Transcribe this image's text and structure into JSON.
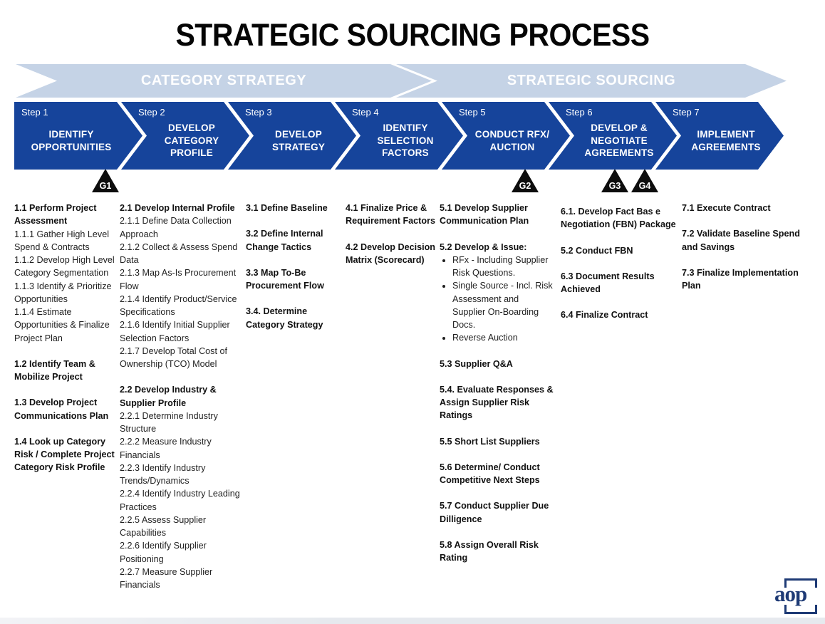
{
  "title": "STRATEGIC SOURCING PROCESS",
  "colors": {
    "step_blue": "#16449b",
    "phase_light_blue": "#c5d3e6",
    "gate_black": "#0d0d0d",
    "logo_navy": "#1e3a75",
    "text": "#1f1f1f"
  },
  "phases": [
    {
      "label": "CATEGORY STRATEGY"
    },
    {
      "label": "STRATEGIC SOURCING"
    }
  ],
  "steps": [
    {
      "step": "Step 1",
      "title": "IDENTIFY OPPORTUNITIES"
    },
    {
      "step": "Step 2",
      "title": "DEVELOP CATEGORY PROFILE"
    },
    {
      "step": "Step 3",
      "title": "DEVELOP STRATEGY"
    },
    {
      "step": "Step 4",
      "title": "IDENTIFY SELECTION FACTORS"
    },
    {
      "step": "Step 5",
      "title": "CONDUCT RFX/ AUCTION"
    },
    {
      "step": "Step 6",
      "title": "DEVELOP & NEGOTIATE AGREEMENTS"
    },
    {
      "step": "Step 7",
      "title": "IMPLEMENT AGREEMENTS"
    }
  ],
  "gates": [
    {
      "label": "G1"
    },
    {
      "label": "G2"
    },
    {
      "label": "G3"
    },
    {
      "label": "G4"
    }
  ],
  "columns": [
    {
      "items": [
        {
          "t": "1.1 Perform Project Assessment",
          "b": true
        },
        {
          "t": "1.1.1 Gather High Level Spend & Contracts"
        },
        {
          "t": "1.1.2 Develop High Level Category Segmentation"
        },
        {
          "t": "1.1.3 Identify & Prioritize Opportunities"
        },
        {
          "t": "1.1.4 Estimate Opportunities & Finalize Project Plan"
        },
        {
          "t": "1.2 Identify Team & Mobilize Project",
          "b": true,
          "gap": true
        },
        {
          "t": "1.3 Develop Project Communications Plan",
          "b": true,
          "gap": true
        },
        {
          "t": "1.4 Look up Category Risk / Complete Project Category Risk Profile",
          "b": true,
          "gap": true
        }
      ]
    },
    {
      "items": [
        {
          "t": "2.1 Develop Internal Profile",
          "b": true
        },
        {
          "t": "2.1.1 Define Data Collection Approach"
        },
        {
          "t": "2.1.2 Collect & Assess Spend Data"
        },
        {
          "t": "2.1.3 Map As-Is Procurement Flow"
        },
        {
          "t": "2.1.4 Identify Product/Service Specifications"
        },
        {
          "t": "2.1.6 Identify Initial Supplier Selection Factors"
        },
        {
          "t": "2.1.7 Develop Total Cost of Ownership (TCO) Model"
        },
        {
          "t": "2.2 Develop Industry & Supplier Profile",
          "b": true,
          "gap": true
        },
        {
          "t": "2.2.1 Determine Industry Structure"
        },
        {
          "t": "2.2.2 Measure Industry Financials"
        },
        {
          "t": "2.2.3 Identify Industry Trends/Dynamics"
        },
        {
          "t": "2.2.4 Identify Industry Leading Practices"
        },
        {
          "t": "2.2.5 Assess Supplier Capabilities"
        },
        {
          "t": "2.2.6 Identify Supplier Positioning"
        },
        {
          "t": "2.2.7 Measure Supplier Financials"
        }
      ]
    },
    {
      "items": [
        {
          "t": "3.1 Define Baseline",
          "b": true
        },
        {
          "t": "3.2 Define Internal Change Tactics",
          "b": true,
          "gap": true
        },
        {
          "t": "3.3 Map To-Be Procurement Flow",
          "b": true,
          "gap": true
        },
        {
          "t": "3.4. Determine Category Strategy",
          "b": true,
          "gap": true
        }
      ]
    },
    {
      "items": [
        {
          "t": "4.1 Finalize Price & Requirement Factors",
          "b": true
        },
        {
          "t": "4.2 Develop Decision Matrix (Scorecard)",
          "b": true,
          "gap": true
        }
      ]
    },
    {
      "items": [
        {
          "t": "5.1 Develop Supplier Communication Plan",
          "b": true
        },
        {
          "t": "5.2 Develop & Issue:",
          "b": true,
          "gap": true
        },
        {
          "t": "RFx - Including Supplier Risk Questions.",
          "li": true
        },
        {
          "t": "Single Source - Incl. Risk Assessment and Supplier On-Boarding Docs.",
          "li": true
        },
        {
          "t": "Reverse Auction",
          "li": true
        },
        {
          "t": "5.3 Supplier Q&A",
          "b": true,
          "gap": true
        },
        {
          "t": "5.4. Evaluate Responses & Assign Supplier Risk Ratings",
          "b": true,
          "gap": true
        },
        {
          "t": "5.5 Short List Suppliers",
          "b": true,
          "gap": true
        },
        {
          "t": "5.6 Determine/ Conduct Competitive Next Steps",
          "b": true,
          "gap": true
        },
        {
          "t": "5.7 Conduct Supplier Due Dilligence",
          "b": true,
          "gap": true
        },
        {
          "t": "5.8 Assign Overall Risk Rating",
          "b": true,
          "gap": true
        }
      ]
    },
    {
      "items": [
        {
          "t": "6.1. Develop Fact Bas e Negotiation (FBN) Package",
          "b": true
        },
        {
          "t": "5.2 Conduct FBN",
          "b": true,
          "gap": true
        },
        {
          "t": "6.3 Document Results Achieved",
          "b": true,
          "gap": true
        },
        {
          "t": "6.4 Finalize Contract",
          "b": true,
          "gap": true
        }
      ]
    },
    {
      "items": [
        {
          "t": "7.1 Execute Contract",
          "b": true
        },
        {
          "t": "7.2 Validate Baseline Spend and Savings",
          "b": true,
          "gap": true
        },
        {
          "t": "7.3 Finalize Implementation Plan",
          "b": true,
          "gap": true
        }
      ]
    }
  ],
  "logo": {
    "text": "aop"
  }
}
